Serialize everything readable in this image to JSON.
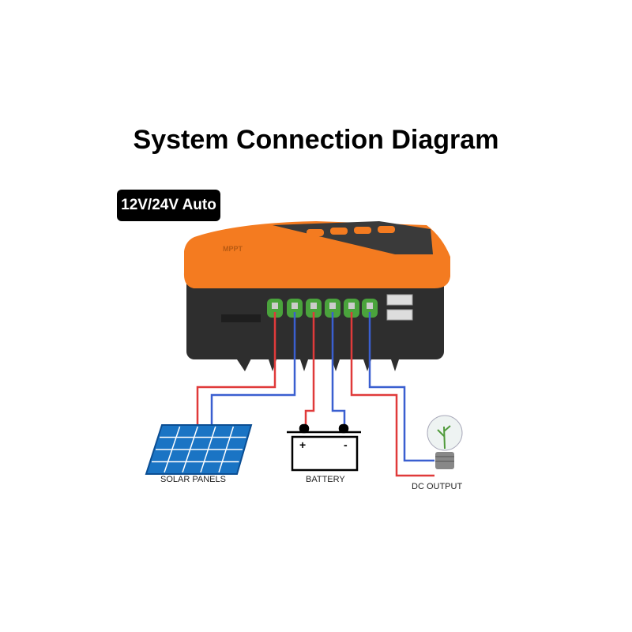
{
  "title": "System Connection Diagram",
  "badge": "12V/24V Auto",
  "controller_label": "MPPT",
  "labels": {
    "solar": "SOLAR PANELS",
    "battery": "BATTERY",
    "output": "DC OUTPUT"
  },
  "battery_signs": {
    "plus": "+",
    "minus": "-"
  },
  "colors": {
    "positive": "#e03a3a",
    "negative": "#3a5fd0",
    "body": "#2e2e2e",
    "orange": "#f47b20",
    "terminal": "#4aa33c"
  }
}
